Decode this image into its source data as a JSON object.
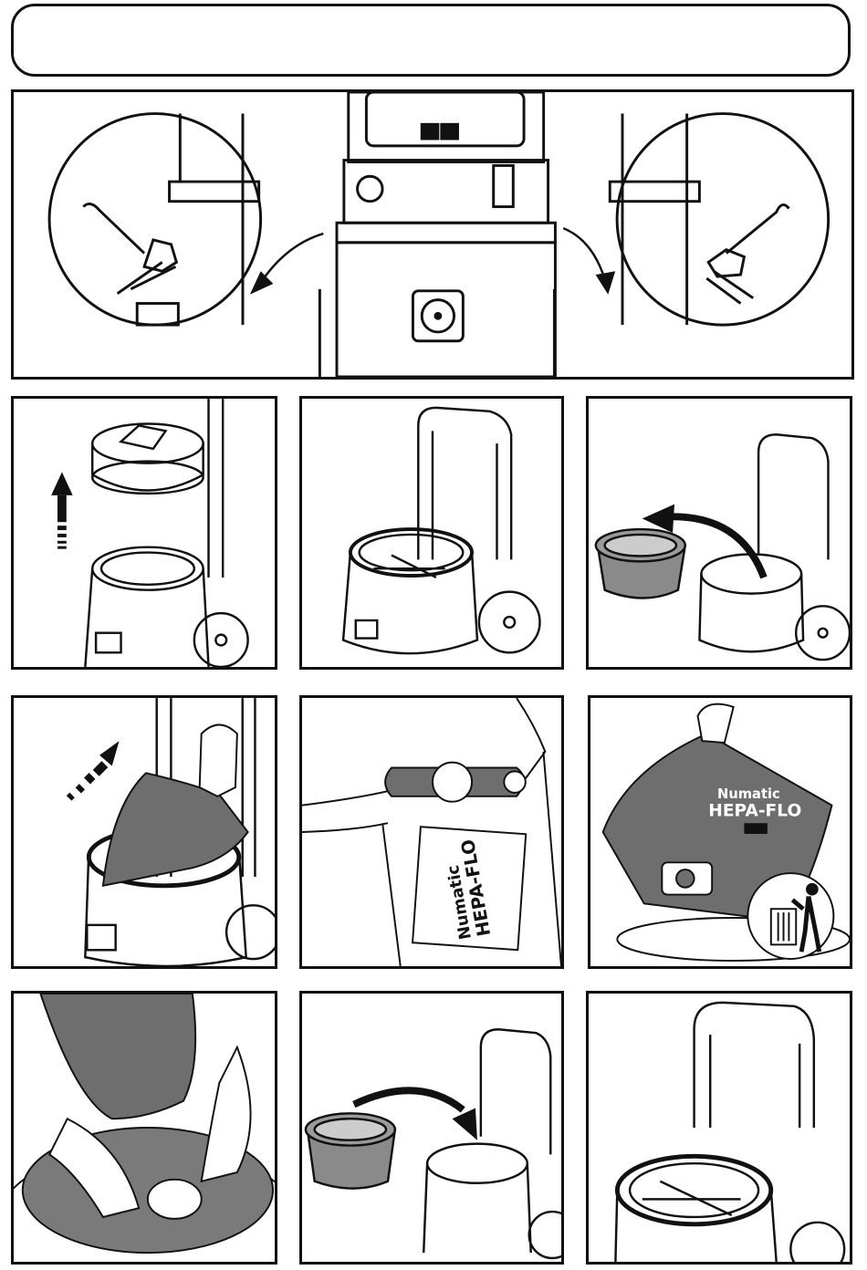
{
  "header": {
    "title": ""
  },
  "steps": [
    {
      "id": "release-clips",
      "icon": "clip-release-icon"
    },
    {
      "id": "lift-head",
      "icon": "lift-up-arrow-icon"
    },
    {
      "id": "open-tank",
      "icon": "open-tank-icon"
    },
    {
      "id": "remove-basket",
      "icon": "curved-arrow-left-icon"
    },
    {
      "id": "pull-out-bag",
      "icon": "diagonal-arrow-icon"
    },
    {
      "id": "seal-bag",
      "icon": "bag-seal-icon"
    },
    {
      "id": "dispose-bag",
      "icon": "waste-bin-icon"
    },
    {
      "id": "fit-new-bag",
      "icon": "hands-icon"
    },
    {
      "id": "replace-basket",
      "icon": "curved-arrow-right-icon"
    },
    {
      "id": "tank-ready",
      "icon": "tank-icon"
    }
  ],
  "brand": {
    "name": "Numatic",
    "product": "HEPA-FLO"
  },
  "colors": {
    "ink": "#111111",
    "bag": "#6e6e6e",
    "basket": "#8a8a8a"
  }
}
